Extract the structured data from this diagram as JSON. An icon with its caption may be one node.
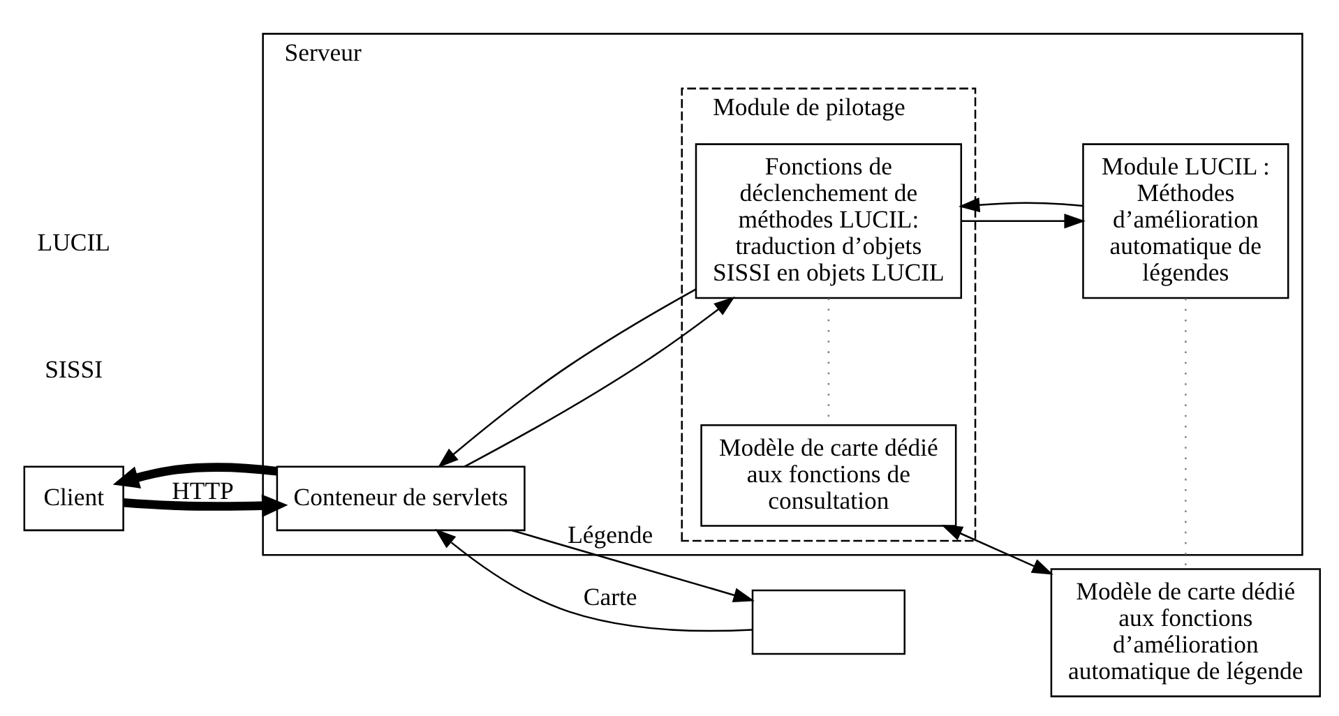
{
  "diagram": {
    "nodes": [
      {
        "text": [
          "Serveur"
        ]
      },
      {
        "text": [
          "Client"
        ]
      },
      {
        "text": [
          "Conteneur de servlets"
        ],
        "in": 0
      },
      {
        "text": [
          "Module de pilotage"
        ],
        "in": 0
      },
      {
        "text": [
          "Fonctions de déclenchement de méthodes LUCIL: traduction d’objets SISSI en objets LUCIL"
        ],
        "in": 3
      },
      {
        "text": [
          "Modèle de carte dédié aux fonctions de consultation"
        ],
        "in": 3
      },
      {
        "text": [
          "Module LUCIL : Méthodes d’amélioration automatique de légendes"
        ],
        "in": 0
      },
      {
        "text": [
          "Modèle de carte dédié aux fonctions d’amélioration automatique de légende"
        ]
      },
      {
        "text": [],
        "shape": "box"
      }
    ],
    "edges": [
      {
        "from": 1,
        "to": 2,
        "arrow": "to",
        "label": "HTTP",
        "style": "thick"
      },
      {
        "from": 2,
        "to": 1,
        "arrow": "to",
        "style": "thick"
      },
      {
        "from": 2,
        "to": 4,
        "arrow": "to"
      },
      {
        "from": 4,
        "to": 2,
        "arrow": "to"
      },
      {
        "from": 4,
        "to": 6,
        "arrow": "to"
      },
      {
        "from": 6,
        "to": 4,
        "arrow": "to"
      },
      {
        "from": 4,
        "to": 5,
        "arrow": "none",
        "style": "dashed",
        "color": "#808080"
      },
      {
        "from": 6,
        "to": 7,
        "arrow": "none",
        "style": "dashed",
        "color": "#808080"
      },
      {
        "from": 5,
        "to": 7,
        "arrow": "both"
      },
      {
        "from": 2,
        "to": 8,
        "arrow": "to",
        "label": "Légende"
      },
      {
        "from": 8,
        "to": 2,
        "arrow": "to",
        "label": "Carte"
      }
    ],
    "labels": [
      "SISSI",
      "LUCIL"
    ]
  }
}
